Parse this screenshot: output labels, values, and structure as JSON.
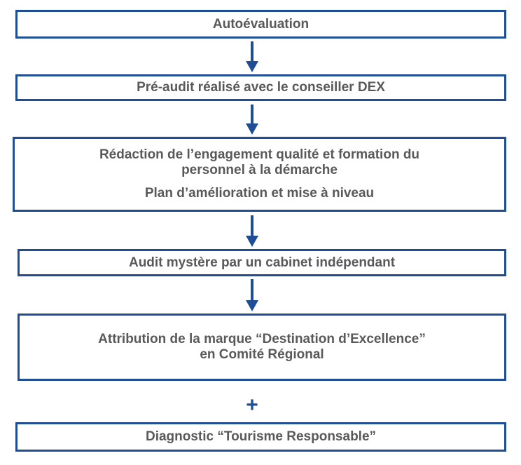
{
  "colors": {
    "border": "#1f4e96",
    "arrow": "#1f4e96",
    "text": "#595959",
    "background": "#ffffff"
  },
  "steps": [
    {
      "lines": [
        "Autoévaluation"
      ]
    },
    {
      "lines": [
        "Pré-audit réalisé avec le conseiller DEX"
      ]
    },
    {
      "lines": [
        "Rédaction de l’engagement qualité et formation du",
        "personnel à la démarche",
        "Plan d’amélioration et mise à niveau"
      ]
    },
    {
      "lines": [
        "Audit mystère par un cabinet indépendant"
      ]
    },
    {
      "lines": [
        "Attribution de la marque “Destination d’Excellence”",
        "en Comité Régional"
      ]
    },
    {
      "lines": [
        "Diagnostic “Tourisme Responsable”"
      ]
    }
  ],
  "connectors": [
    "arrow",
    "arrow",
    "arrow",
    "arrow",
    "plus"
  ],
  "plus_symbol": "+"
}
